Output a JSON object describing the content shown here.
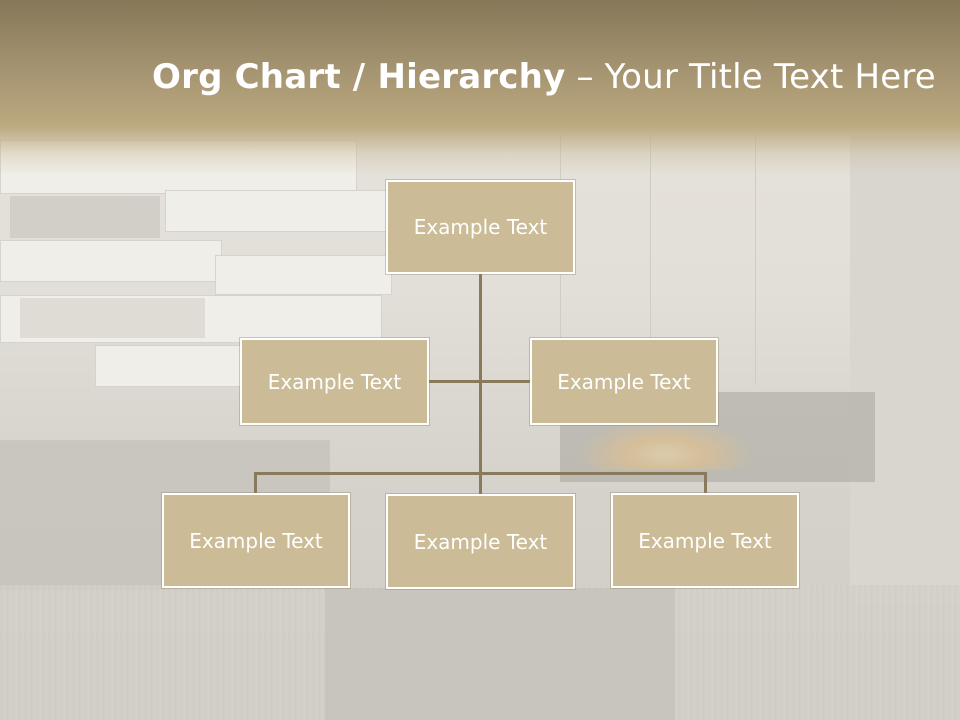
{
  "slide": {
    "title_bold": "Org Chart / Hierarchy",
    "title_sep": " – ",
    "title_rest": "Your Title Text Here"
  },
  "org_chart": {
    "root": {
      "label": "Example Text"
    },
    "level2": [
      {
        "label": "Example Text"
      },
      {
        "label": "Example Text"
      }
    ],
    "level3": [
      {
        "label": "Example Text"
      },
      {
        "label": "Example Text"
      },
      {
        "label": "Example Text"
      }
    ]
  },
  "colors": {
    "box_fill": "#cbbb96",
    "box_border": "#ffffff",
    "connector": "#8a7a5c",
    "title_band": "#a59471"
  }
}
